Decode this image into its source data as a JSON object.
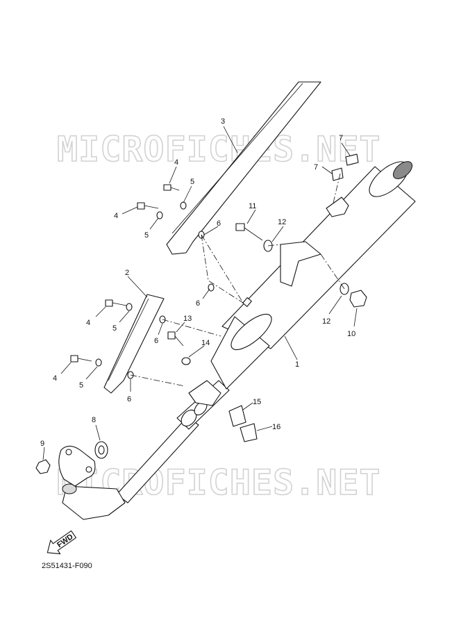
{
  "watermarks": [
    "MICROFICHES.NET",
    "MICROFICHES.NET"
  ],
  "callouts": {
    "c1": "1",
    "c2": "2",
    "c3": "3",
    "c4a": "4",
    "c4b": "4",
    "c4c": "4",
    "c4d": "4",
    "c5a": "5",
    "c5b": "5",
    "c5c": "5",
    "c5d": "5",
    "c6a": "6",
    "c6b": "6",
    "c6c": "6",
    "c6d": "6",
    "c7a": "7",
    "c7b": "7",
    "c8": "8",
    "c9": "9",
    "c10": "10",
    "c11": "11",
    "c12a": "12",
    "c12b": "12",
    "c13": "13",
    "c14": "14",
    "c15": "15",
    "c16": "16"
  },
  "fwd_label": "FWD",
  "diagram_code": "2S51431-F090"
}
